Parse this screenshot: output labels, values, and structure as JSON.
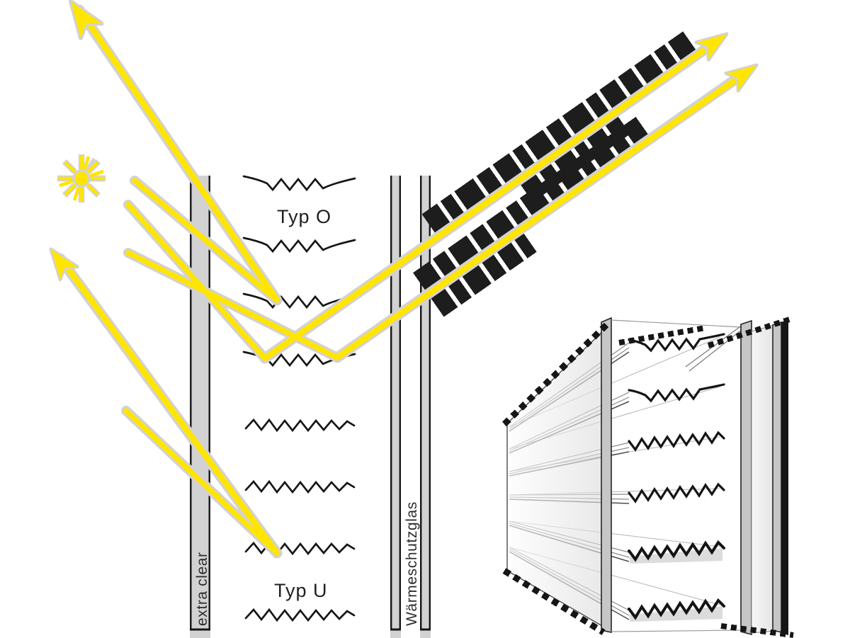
{
  "diagram": {
    "kind": "light-directing insulating glass section with louvers",
    "labels": {
      "type_o": "Typ O",
      "type_u": "Typ U",
      "outer_pane": "extra clear",
      "thermal_pane": "Wärmeschutzglas"
    }
  },
  "colors": {
    "yellow": "#FFE500",
    "halo": "#D2D2D2",
    "pane": "#D2D2D2",
    "ink": "#161616",
    "bg": "#FFFFFF"
  }
}
